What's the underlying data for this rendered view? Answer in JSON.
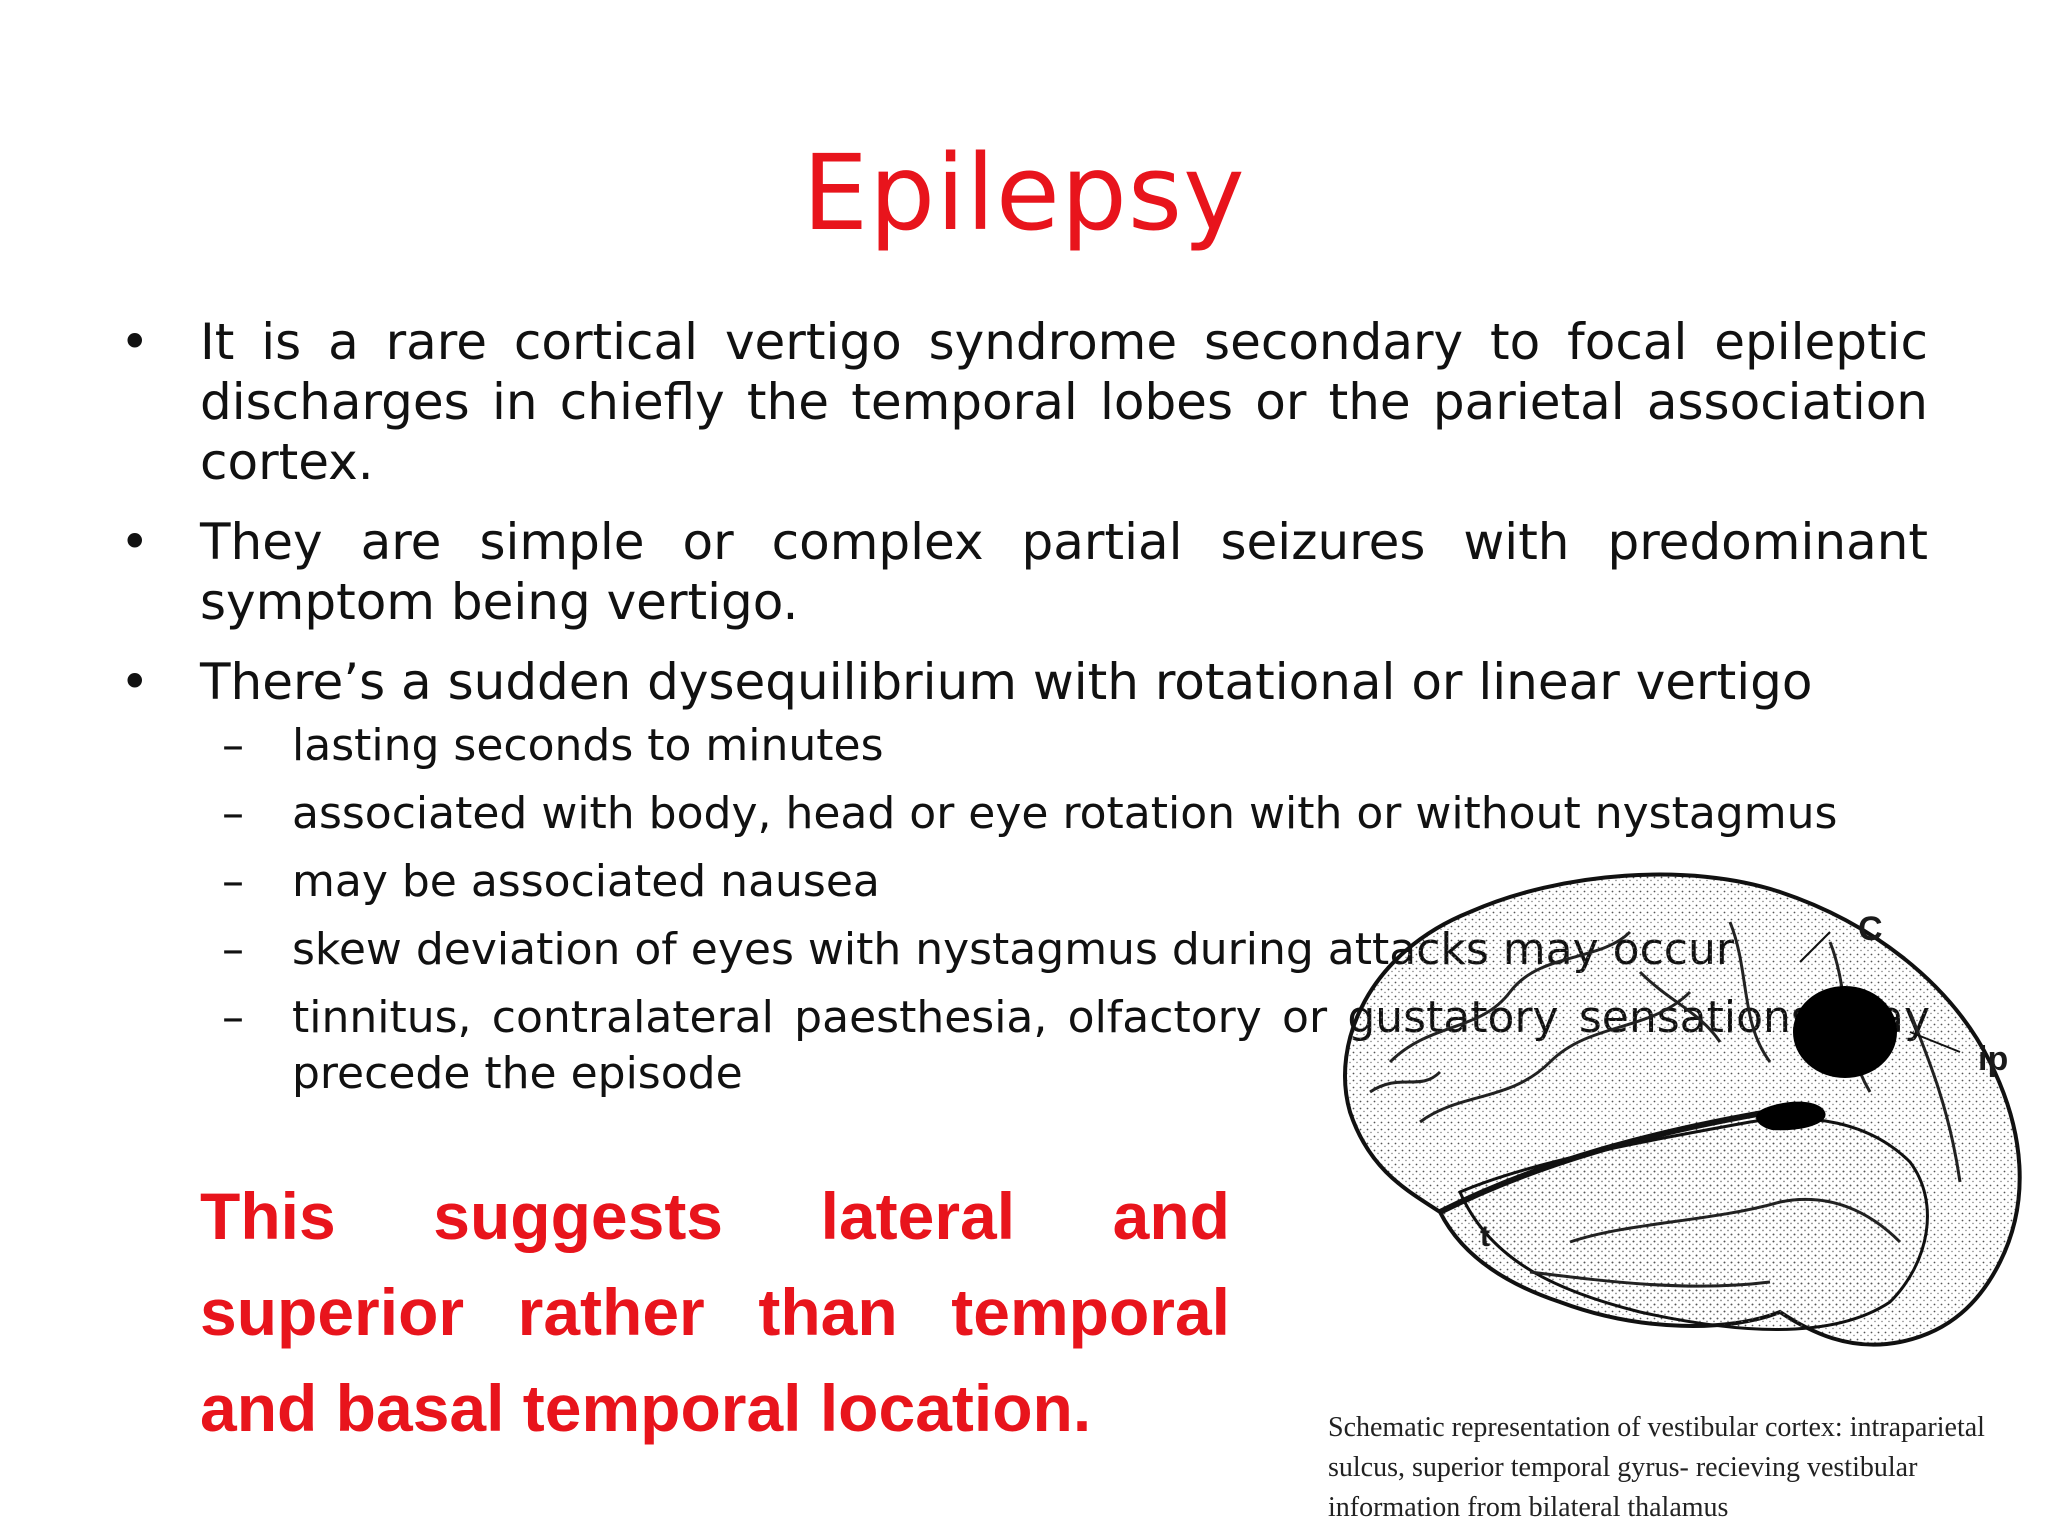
{
  "slide": {
    "title": "Epilepsy",
    "title_color": "#e8141c",
    "bullet_glyph": "•",
    "dash_glyph": "–",
    "bullets": [
      "It is a rare cortical vertigo syndrome secondary to focal epileptic discharges in chiefly the temporal lobes or the parietal association cortex.",
      "They are simple or complex partial seizures with predominant symptom being vertigo.",
      "There’s a sudden dysequilibrium with rotational or linear vertigo"
    ],
    "sub_bullets": [
      "lasting seconds to minutes",
      "associated with  body, head or eye rotation with or without nystagmus",
      "may be associated nausea",
      "skew deviation of eyes with nystagmus during attacks may occur",
      "tinnitus, contralateral paesthesia, olfactory or gustatory sensations may precede the episode"
    ],
    "conclusion": "This suggests lateral and superior rather than temporal and basal temporal location.",
    "figure": {
      "labels": {
        "c": "C",
        "ip": "ip",
        "t": "t"
      },
      "caption": "Schematic representation of vestibular cortex: intraparietal sulcus, superior temporal gyrus- recieving vestibular information from bilateral thalamus"
    }
  }
}
